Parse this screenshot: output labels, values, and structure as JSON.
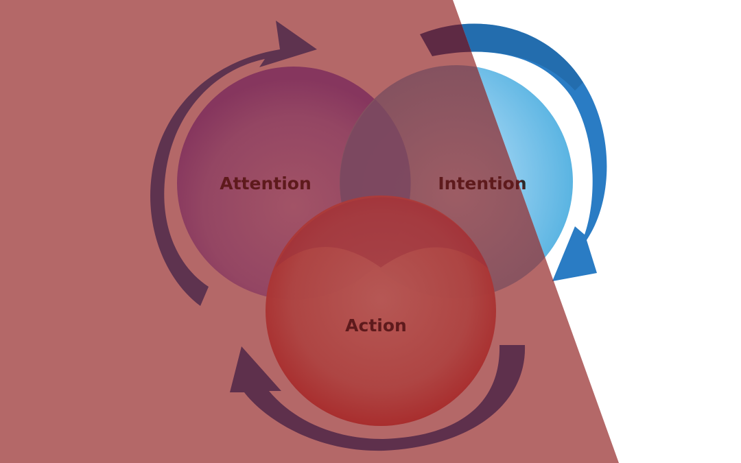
{
  "diagram": {
    "nodes": [
      {
        "id": "attention",
        "label": "Attention"
      },
      {
        "id": "intention",
        "label": "Intention"
      },
      {
        "id": "action",
        "label": "Action"
      }
    ],
    "cycle": [
      {
        "from": "attention",
        "to": "intention"
      },
      {
        "from": "intention",
        "to": "action"
      },
      {
        "from": "action",
        "to": "attention"
      }
    ]
  },
  "colors": {
    "overlay": "#b46868",
    "arrow_blue": "#2a7cc4",
    "arrow_blue_dark": "#1f64a0",
    "intention_light": "#a9d8f2",
    "intention_edge": "#5ab4e2",
    "arrow_under_overlay": "#5e2f4c",
    "attention_under_overlay": "#883660",
    "action_under_overlay": "#a82c2c",
    "label_under_overlay": "#5e1a1c",
    "white": "#ffffff"
  }
}
